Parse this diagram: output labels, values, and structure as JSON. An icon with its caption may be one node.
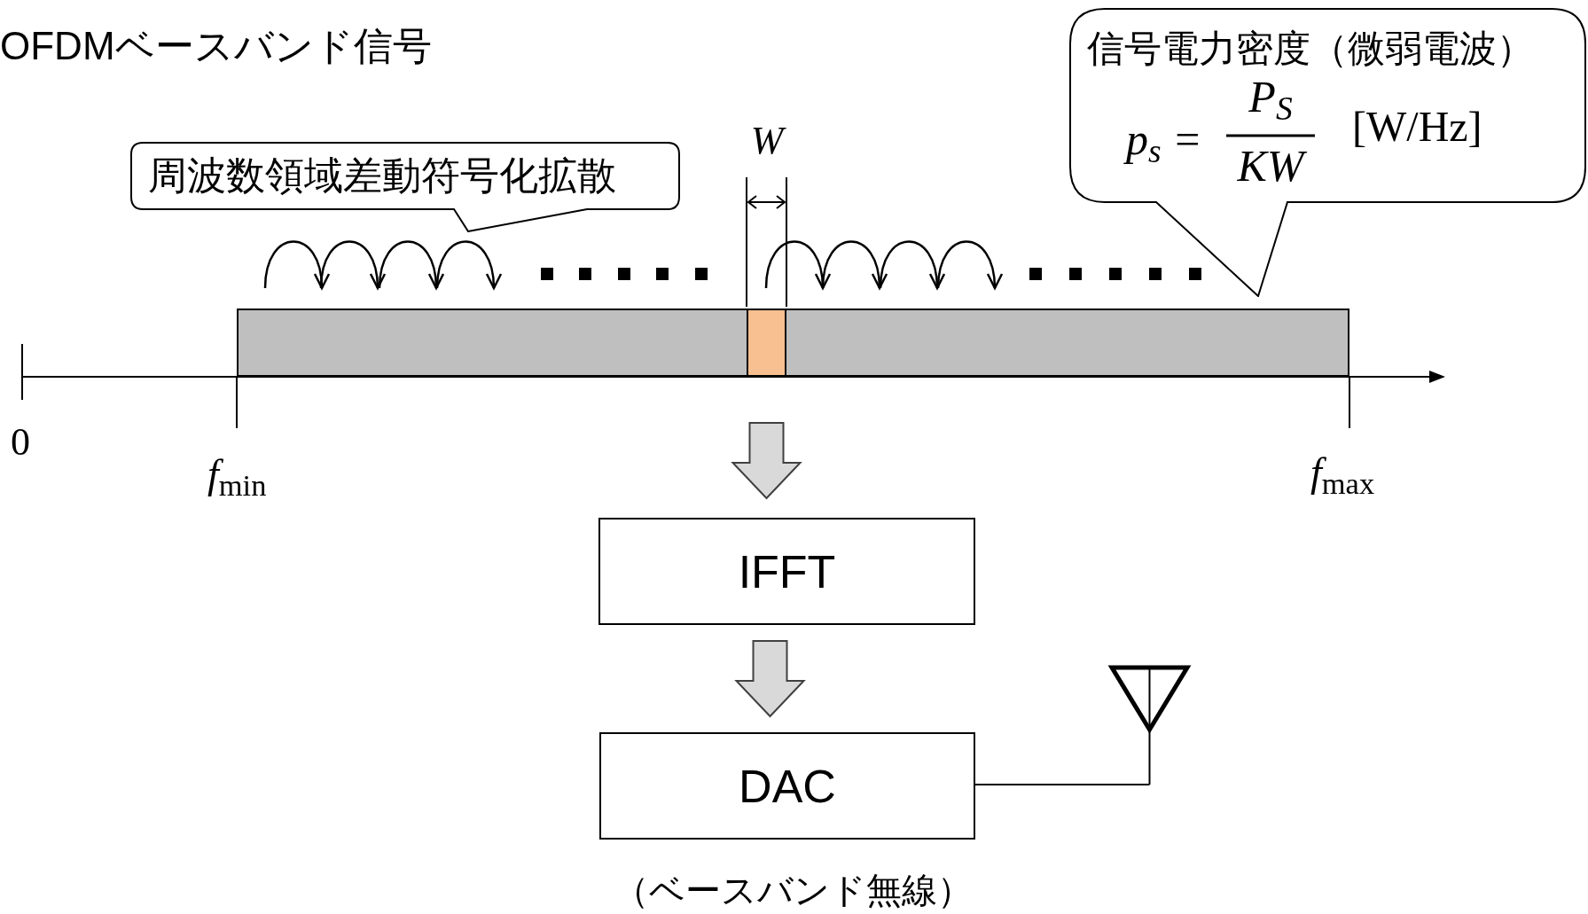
{
  "diagram": {
    "nodes": [
      {
        "text": [
          "周波数領域差動符号化拡散"
        ]
      },
      {
        "text": [
          "信号電力密度（微弱電波）",
          "p$_{s}$ =",
          "P$_{S}$",
          "KW",
          "[W/Hz]"
        ]
      },
      {
        "text": [],
        "shape": "bar"
      },
      {
        "text": [],
        "shape": "box",
        "in": 2
      },
      {
        "text": [
          "IFFT"
        ]
      },
      {
        "text": [
          "DAC"
        ]
      },
      {
        "text": [],
        "shape": "antenna"
      }
    ],
    "edges": [
      {
        "from": 3,
        "to": 4,
        "arrow": "to",
        "style": "thick"
      },
      {
        "from": 4,
        "to": 5,
        "arrow": "to",
        "style": "thick"
      },
      {
        "from": 5,
        "to": 6,
        "arrow": "none"
      }
    ],
    "labels": [
      "OFDMベースバンド信号",
      "W",
      "0",
      "*f*$_{min}$",
      "*f*$_{max}$",
      "（ベースバンド無線）"
    ]
  }
}
